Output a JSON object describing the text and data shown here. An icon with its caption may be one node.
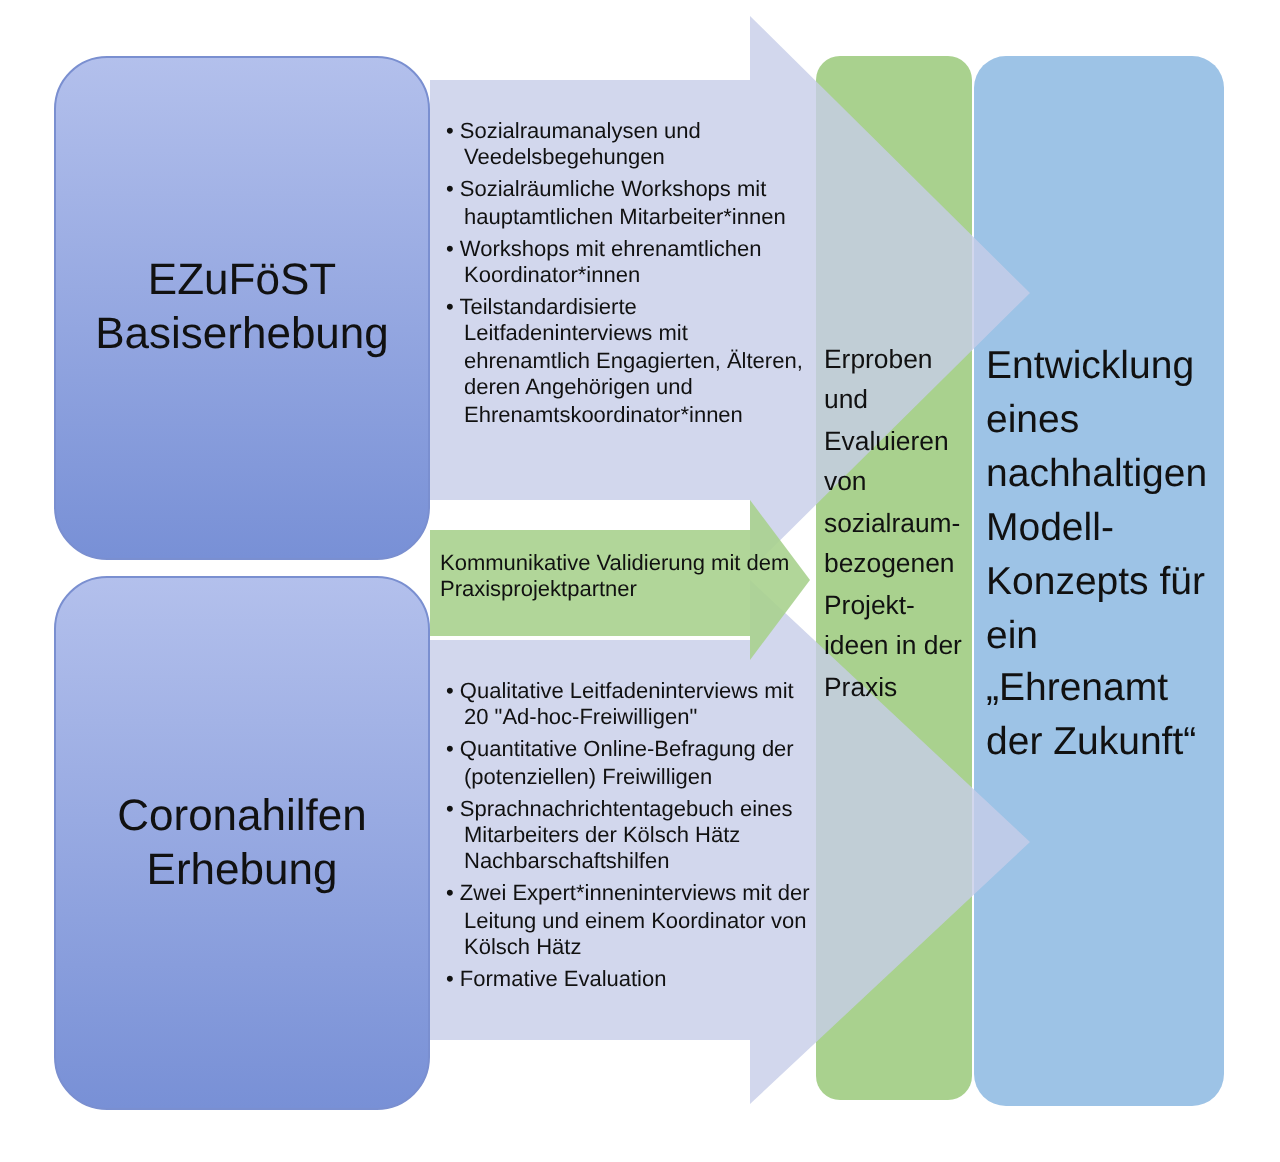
{
  "diagram": {
    "nodes": [
      {
        "text": [
          "EZuFöST Basiserhebung"
        ]
      },
      {
        "text": [
          "• Sozialraumanalysen und Veedelsbegehungen",
          "• Sozialräumliche Workshops mit hauptamtlichen Mitarbeiter*innen",
          "• Workshops mit ehrenamtlichen Koordinator*innen",
          "• Teilstandardisierte Leitfadeninterviews mit ehrenamtlich Engagierten, Älteren, deren Angehörigen und Ehrenamtskoordinator*innen"
        ]
      },
      {
        "text": [
          "Kommunikative Validierung mit dem Praxisprojektpartner"
        ]
      },
      {
        "text": [
          "Coronahilfen Erhebung"
        ]
      },
      {
        "text": [
          "• Qualitative Leitfadeninterviews mit 20 \"Ad-hoc-Freiwilligen\"",
          "• Quantitative Online-Befragung der (potenziellen) Freiwilligen",
          "• Sprachnachrichtentagebuch eines Mitarbeiters der Kölsch Hätz Nachbarschaftshilfen",
          "• Zwei Expert*inneninterviews mit der Leitung und einem Koordinator von Kölsch Hätz",
          "• Formative Evaluation"
        ]
      },
      {
        "text": [
          "Erproben und Evaluieren von sozialraum-bezogenen Projekt-ideen in der Praxis"
        ]
      },
      {
        "text": [
          "Entwicklung eines nachhaltigen Modell-Konzepts für ein „Ehrenamt der Zukunft“"
        ]
      }
    ],
    "edges": [
      {
        "from": 0,
        "to": 6,
        "arrow": "to"
      },
      {
        "from": null,
        "to": 5,
        "arrow": "to"
      },
      {
        "from": 3,
        "to": 6,
        "arrow": "to"
      }
    ]
  }
}
